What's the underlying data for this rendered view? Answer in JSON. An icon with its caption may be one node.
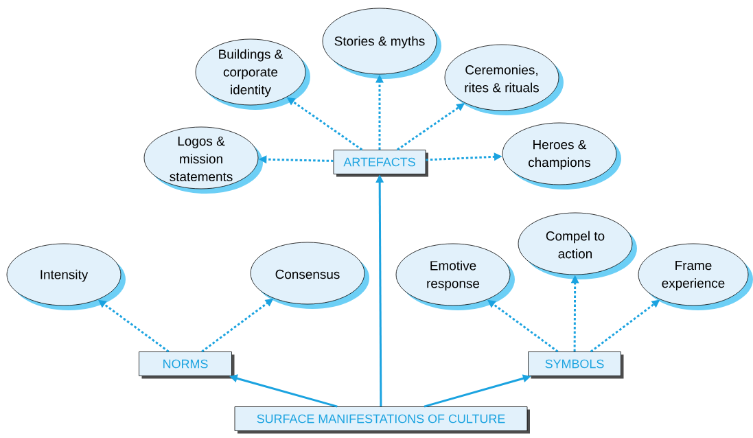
{
  "diagram": {
    "nodes": [
      {
        "text": [
          "SURFACE MANIFESTATIONS OF CULTURE"
        ]
      },
      {
        "text": [
          "NORMS"
        ]
      },
      {
        "text": [
          "ARTEFACTS"
        ]
      },
      {
        "text": [
          "SYMBOLS"
        ]
      },
      {
        "text": [
          "Intensity"
        ]
      },
      {
        "text": [
          "Consensus"
        ]
      },
      {
        "text": [
          "Logos & mission statements"
        ]
      },
      {
        "text": [
          "Buildings & corporate identity"
        ]
      },
      {
        "text": [
          "Stories & myths"
        ]
      },
      {
        "text": [
          "Ceremonies, rites & rituals"
        ]
      },
      {
        "text": [
          "Heroes & champions"
        ]
      },
      {
        "text": [
          "Emotive response"
        ]
      },
      {
        "text": [
          "Compel to action"
        ]
      },
      {
        "text": [
          "Frame experience"
        ]
      }
    ],
    "edges": [
      {
        "from": 0,
        "to": 1,
        "arrow": "to"
      },
      {
        "from": 0,
        "to": 2,
        "arrow": "to"
      },
      {
        "from": 0,
        "to": 3,
        "arrow": "to"
      },
      {
        "from": 1,
        "to": 4,
        "arrow": "to",
        "style": "dashed"
      },
      {
        "from": 1,
        "to": 5,
        "arrow": "to",
        "style": "dashed"
      },
      {
        "from": 2,
        "to": 6,
        "arrow": "to",
        "style": "dashed"
      },
      {
        "from": 2,
        "to": 7,
        "arrow": "to",
        "style": "dashed"
      },
      {
        "from": 2,
        "to": 8,
        "arrow": "to",
        "style": "dashed"
      },
      {
        "from": 2,
        "to": 9,
        "arrow": "to",
        "style": "dashed"
      },
      {
        "from": 2,
        "to": 10,
        "arrow": "to",
        "style": "dashed"
      },
      {
        "from": 3,
        "to": 11,
        "arrow": "to",
        "style": "dashed"
      },
      {
        "from": 3,
        "to": 12,
        "arrow": "to",
        "style": "dashed"
      },
      {
        "from": 3,
        "to": 13,
        "arrow": "to",
        "style": "dashed"
      }
    ]
  }
}
